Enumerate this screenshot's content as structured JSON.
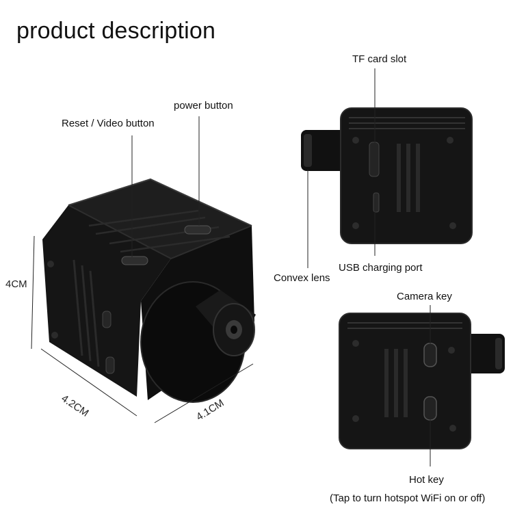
{
  "title": "product description",
  "labels": {
    "power_button": "power button",
    "reset_video_button": "Reset / Video button",
    "tf_card_slot": "TF card slot",
    "usb_charging_port": "USB charging port",
    "convex_lens": "Convex lens",
    "camera_key": "Camera key",
    "hot_key": "Hot key",
    "hot_key_note": "(Tap to turn hotspot WiFi on or off)"
  },
  "dimensions": {
    "height": "4CM",
    "width": "4.2CM",
    "depth": "4.1CM"
  },
  "colors": {
    "body": "#141414",
    "body_light": "#2c2c2c",
    "lens": "#0a0a0a",
    "line": "#333333"
  }
}
